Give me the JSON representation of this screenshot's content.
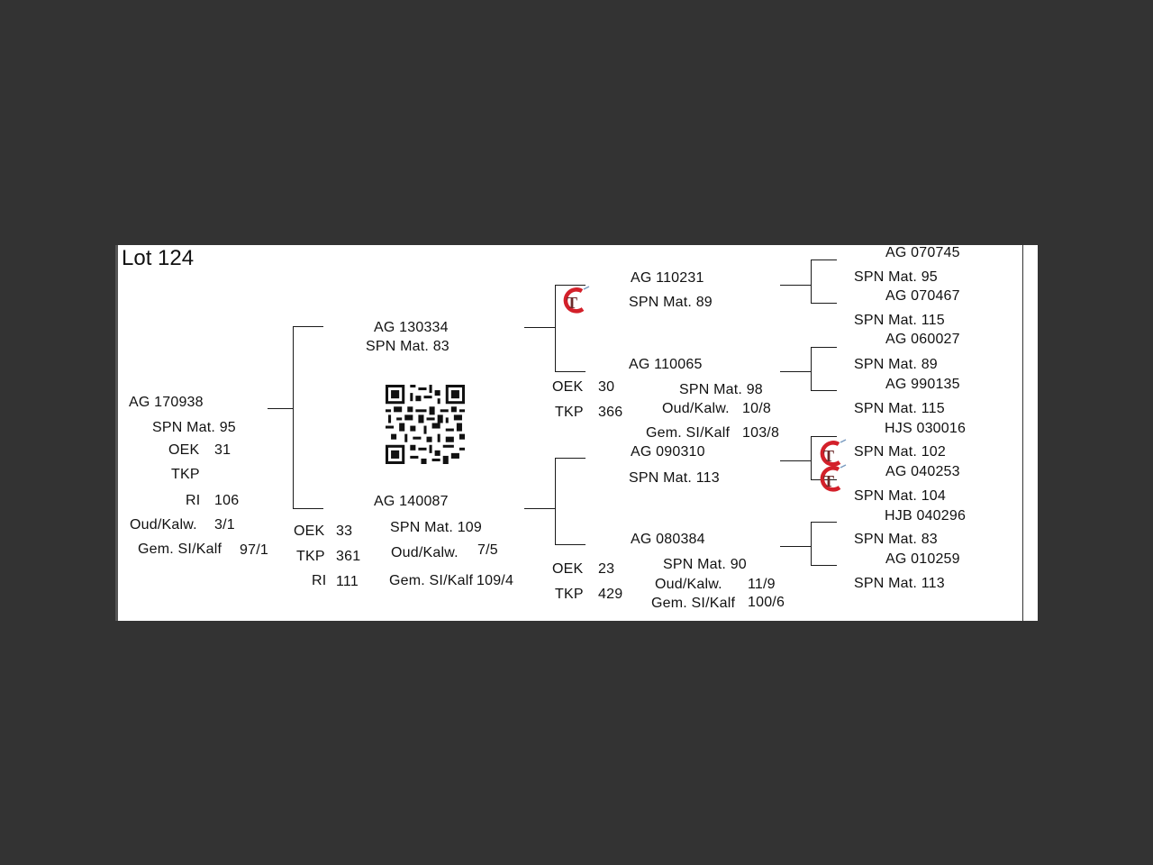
{
  "lot_title": "Lot 124",
  "animal": {
    "code": "AG  170938",
    "spn": "SPN Mat. 95",
    "oek_label": "OEK",
    "oek_value": "31",
    "tkp_label": "TKP",
    "ri_label": "RI",
    "ri_value": "106",
    "oud_label": "Oud/Kalw.",
    "oud_value": "3/1",
    "gem_label": "Gem. SI/Kalf",
    "gem_value": "97/1"
  },
  "sire": {
    "code": "AG  130334",
    "spn": "SPN Mat. 83"
  },
  "dam": {
    "code": "AG  140087",
    "oek_label": "OEK",
    "oek_value": "33",
    "tkp_label": "TKP",
    "tkp_value": "361",
    "ri_label": "RI",
    "ri_value": "111",
    "spn": "SPN Mat. 109",
    "oud_label": "Oud/Kalw.",
    "oud_value": "7/5",
    "gem_label": "Gem. SI/Kalf",
    "gem_value": "109/4"
  },
  "sire_sire": {
    "code": "AG  110231",
    "spn": "SPN Mat. 89"
  },
  "sire_dam": {
    "code": "AG  110065",
    "oek_label": "OEK",
    "oek_value": "30",
    "tkp_label": "TKP",
    "tkp_value": "366",
    "spn": "SPN Mat. 98",
    "oud_label": "Oud/Kalw.",
    "oud_value": "10/8",
    "gem_label": "Gem. SI/Kalf",
    "gem_value": "103/8"
  },
  "dam_sire": {
    "code": "AG  090310",
    "spn": "SPN Mat. 113"
  },
  "dam_dam": {
    "code": "AG  080384",
    "oek_label": "OEK",
    "oek_value": "23",
    "tkp_label": "TKP",
    "tkp_value": "429",
    "spn": "SPN Mat. 90",
    "oud_label": "Oud/Kalw.",
    "oud_value": "11/9",
    "gem_label": "Gem. SI/Kalf",
    "gem_value": "100/6"
  },
  "gen3": [
    {
      "code": "AG  070745",
      "spn": "SPN Mat. 95"
    },
    {
      "code": "AG  070467",
      "spn": "SPN Mat. 115"
    },
    {
      "code": "AG  060027",
      "spn": "SPN Mat. 89"
    },
    {
      "code": "AG  990135",
      "spn": "SPN Mat. 115"
    },
    {
      "code": "HJS 030016",
      "spn": "SPN Mat. 102"
    },
    {
      "code": "AG  040253",
      "spn": "SPN Mat. 104"
    },
    {
      "code": "HJB 040296",
      "spn": "SPN Mat. 83"
    },
    {
      "code": "AG  010259",
      "spn": "SPN Mat. 113"
    }
  ],
  "icons": {
    "qr": "qr-code-icon",
    "logo": "gt-logo-icon",
    "logo_red": "#d3202a",
    "logo_dark": "#6b2a2a"
  }
}
